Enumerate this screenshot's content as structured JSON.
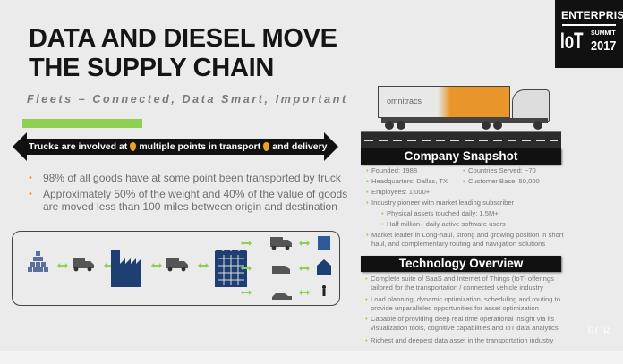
{
  "title_line1": "DATA AND DIESEL MOVE",
  "title_line2": "THE SUPPLY CHAIN",
  "subtitle": "Fleets – Connected, Data Smart, Important",
  "arrow": {
    "part1": "Trucks are involved at",
    "part2": "multiple points in transport",
    "part3": "and  delivery"
  },
  "bullets": [
    "98% of all goods have at some point been transported by truck",
    "Approximately 50% of the weight and 40% of the value of goods are moved less than 100 miles between origin and destination"
  ],
  "logo": {
    "line1": "ENTERPRISE",
    "iot": "IoT",
    "summit": "SUMMIT",
    "year": "2017"
  },
  "truck_brand": "omnitracs",
  "snapshot": {
    "title": "Company Snapshot",
    "founded": "Founded: 1988",
    "countries": "Countries Served: ~70",
    "hq": "Headquarters: Dallas, TX",
    "customers": "Customer Base: 50,000",
    "employees": "Employees: 1,000+",
    "pioneer": "Industry pioneer with market leading subscriber",
    "sub1": "Physical assets touched daily: 1.5M+",
    "sub2": "Half million+ daily active software users",
    "leader": "Market leader in Long-haul, strong and growing position in short haul, and complementary routing and navigation solutions"
  },
  "tech": {
    "title": "Technology Overview",
    "items": [
      "Complete suite of SaaS and Internet of Things (IoT) offerings tailored for the transportation / connected vehicle industry",
      "Load planning, dynamic optimization, scheduling and routing to provide unparalleled opportunities for asset optimization",
      "Capable of providing deep real time operational insight via its visualization tools, cognitive capabilities and IoT data analytics",
      "Richest and deepest data asset in the transportation industry"
    ]
  },
  "watermark": "RCR"
}
